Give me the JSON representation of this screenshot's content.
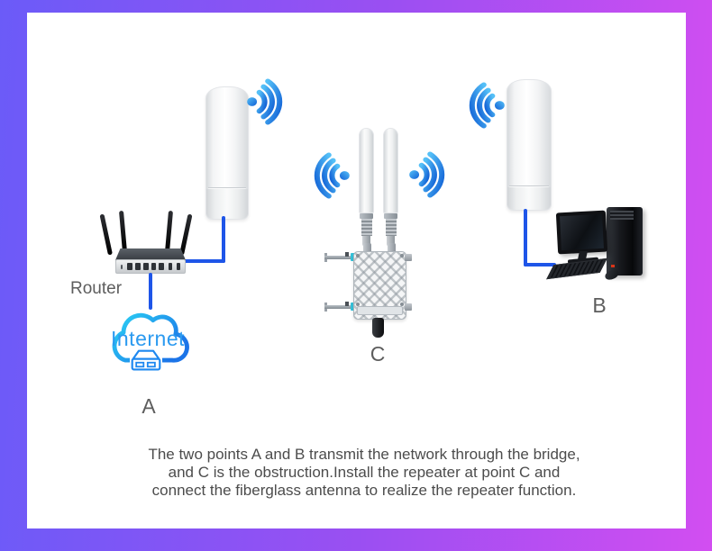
{
  "labels": {
    "router": "Router",
    "internet": "Internet",
    "point_a": "A",
    "point_b": "B",
    "point_c": "C"
  },
  "caption": {
    "line1": "The two points A and B transmit the network through the bridge,",
    "line2": "and C is the obstruction.Install the repeater at point C and",
    "line3": "connect the fiberglass antenna to realize the repeater function."
  },
  "colors": {
    "frame_gradient_start": "#6b5bf8",
    "frame_gradient_end": "#d24ef1",
    "cable_blue": "#1e55e8",
    "wifi_blue_light": "#55c0f7",
    "wifi_blue_dark": "#1161d6",
    "cloud_stroke_light": "#2bd2f4",
    "cloud_stroke_dark": "#1b74e8",
    "internet_text_blue": "#2b9af0",
    "label_gray": "#5d5d5d",
    "caption_gray": "#4c4c4c"
  },
  "icons": {
    "bridge_a_signal": "wifi-signal",
    "repeater_left_signal": "wifi-signal",
    "repeater_right_signal": "wifi-signal",
    "bridge_b_signal": "wifi-signal",
    "internet_cloud": "cloud",
    "modem_box": "modem"
  }
}
